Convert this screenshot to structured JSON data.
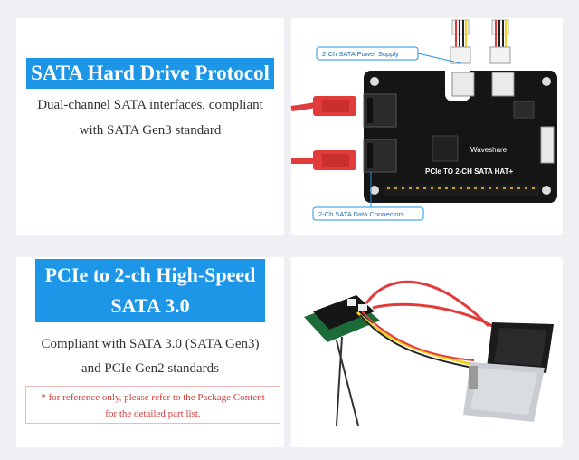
{
  "section1": {
    "title": "SATA Hard Drive Protocol",
    "desc_line1": "Dual-channel SATA interfaces, compliant",
    "desc_line2": "with SATA Gen3 standard",
    "image": {
      "callout_power": "2-Ch SATA Power Supply",
      "callout_data": "2-Ch SATA Data Connectors",
      "board_label": "PCIe TO 2-CH SATA HAT+",
      "brand": "Waveshare"
    }
  },
  "section2": {
    "title_line1": "PCIe to 2-ch High-Speed",
    "title_line2": "SATA 3.0",
    "desc_line1": "Compliant with SATA 3.0 (SATA Gen3)",
    "desc_line2": "and PCIe Gen2 standards",
    "note_line1": "* for reference only, please refer to the Package Content",
    "note_line2": "for the detailed part list."
  },
  "colors": {
    "accent": "#1d96e8",
    "note_red": "#d23a3a",
    "board_black": "#151515",
    "sata_red": "#e23b3b"
  }
}
